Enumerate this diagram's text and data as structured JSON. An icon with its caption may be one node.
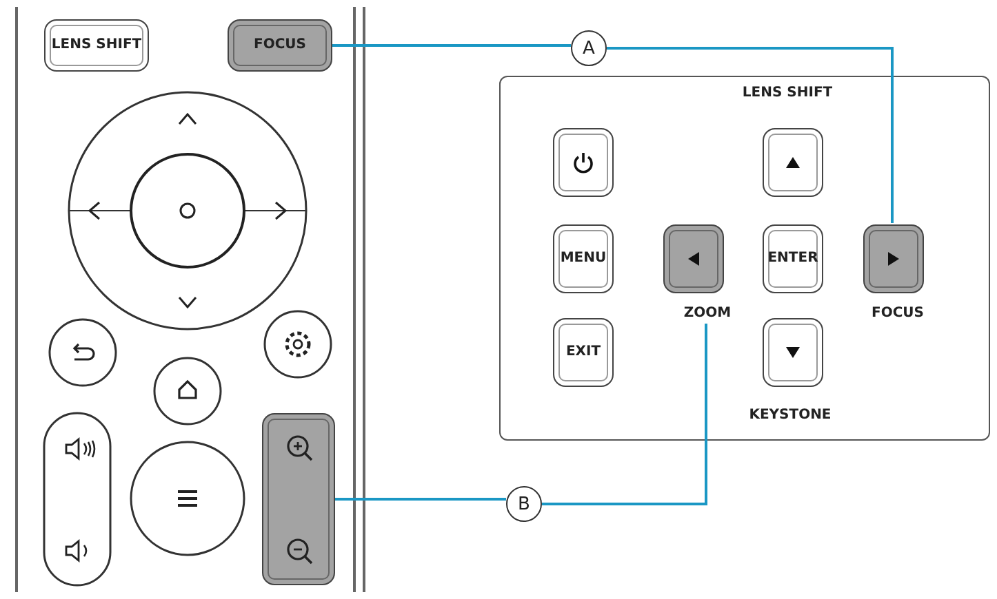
{
  "diagram": {
    "nodes": [
      {
        "text": [
          "LENS SHIFT"
        ]
      },
      {
        "text": [
          "FOCUS"
        ]
      },
      {
        "text": [
          "A"
        ]
      },
      {
        "text": [],
        "shape": "box"
      },
      {
        "text": [],
        "shape": "box",
        "in": 3
      },
      {
        "text": [],
        "shape": "box",
        "in": 3
      },
      {
        "text": [
          "MENU"
        ],
        "in": 3
      },
      {
        "text": [],
        "shape": "box",
        "in": 3
      },
      {
        "text": [
          "ENTER"
        ],
        "in": 3
      },
      {
        "text": [],
        "shape": "box",
        "in": 3
      },
      {
        "text": [
          "ZOOM"
        ],
        "in": 3
      },
      {
        "text": [
          "EXIT"
        ],
        "in": 3
      },
      {
        "text": [],
        "shape": "box",
        "in": 3
      },
      {
        "text": [],
        "shape": "box"
      },
      {
        "text": [
          "B"
        ]
      }
    ],
    "edges": [
      {
        "from": 1,
        "to": 2,
        "arrow": "none"
      },
      {
        "from": 2,
        "to": 9,
        "arrow": "none"
      },
      {
        "from": 13,
        "to": 14,
        "arrow": "none"
      },
      {
        "from": 14,
        "to": 10,
        "arrow": "none"
      }
    ],
    "labels": [
      "LENS SHIFT",
      "FOCUS",
      "KEYSTONE"
    ]
  }
}
